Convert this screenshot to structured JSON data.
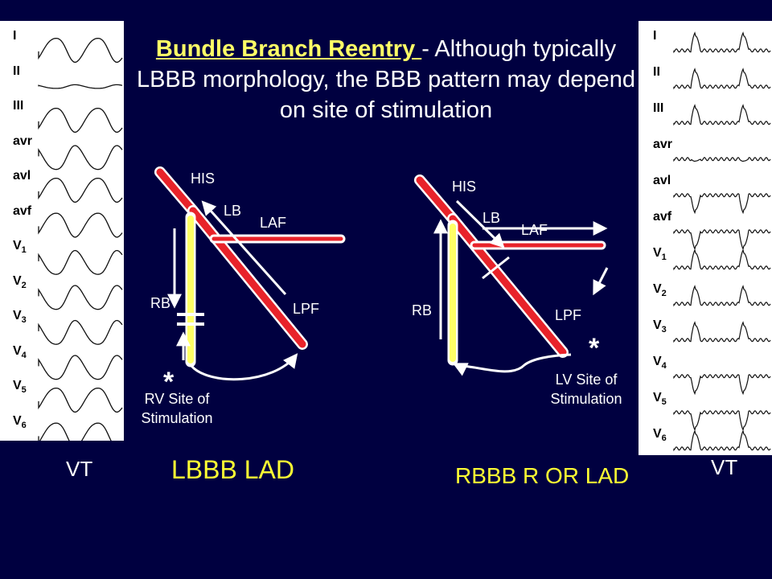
{
  "title": {
    "highlight": "Bundle Branch Reentry ",
    "text": "- Although typically LBBB morphology, the BBB pattern may depend on site of stimulation"
  },
  "left_ecg": {
    "leads": [
      "I",
      "II",
      "III",
      "avr",
      "avl",
      "avf",
      "V1",
      "V2",
      "V3",
      "V4",
      "V5",
      "V6"
    ],
    "caption": "VT",
    "mode_label": "LBBB LAD"
  },
  "right_ecg": {
    "leads": [
      "I",
      "II",
      "III",
      "avr",
      "avl",
      "avf",
      "V1",
      "V2",
      "V3",
      "V4",
      "V5",
      "V6"
    ],
    "caption": "VT",
    "mode_label": "RBBB R OR LAD"
  },
  "diagram_left": {
    "his": "HIS",
    "lb": "LB",
    "laf": "LAF",
    "rb": "RB",
    "lpf": "LPF",
    "star": "*",
    "site_line1": "RV Site of",
    "site_line2": "Stimulation"
  },
  "diagram_right": {
    "his": "HIS",
    "lb": "LB",
    "laf": "LAF",
    "rb": "RB",
    "lpf": "LPF",
    "star": "*",
    "site_line1": "LV Site of",
    "site_line2": "Stimulation"
  },
  "colors": {
    "background": "#000040",
    "highlight": "#ffff66",
    "bundle_red": "#e8232a",
    "bundle_yellow": "#ffff66",
    "text": "#ffffff"
  }
}
